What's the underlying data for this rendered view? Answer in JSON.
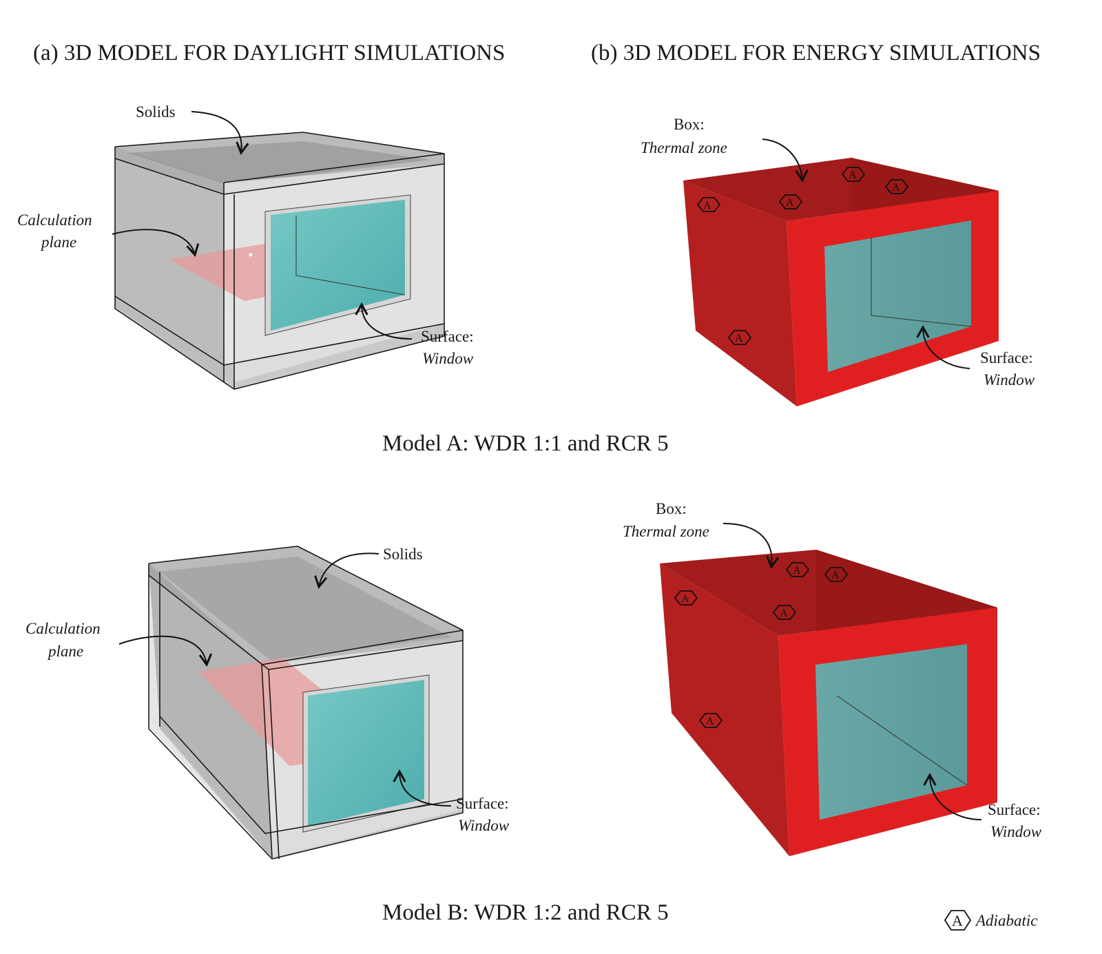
{
  "headers": {
    "left": "(a) 3D MODEL FOR DAYLIGHT SIMULATIONS",
    "right": "(b) 3D MODEL FOR ENERGY SIMULATIONS"
  },
  "model_a": {
    "caption": "Model A: WDR 1:1 and RCR 5",
    "daylight": {
      "solids_label": "Solids",
      "calc_plane_line1": "Calculation",
      "calc_plane_line2": "plane",
      "surface_line1": "Surface:",
      "surface_line2": "Window"
    },
    "energy": {
      "box_line1": "Box:",
      "box_line2": "Thermal zone",
      "surface_line1": "Surface:",
      "surface_line2": "Window"
    }
  },
  "model_b": {
    "caption": "Model B: WDR 1:2 and RCR 5",
    "daylight": {
      "solids_label": "Solids",
      "calc_plane_line1": "Calculation",
      "calc_plane_line2": "plane",
      "surface_line1": "Surface:",
      "surface_line2": "Window"
    },
    "energy": {
      "box_line1": "Box:",
      "box_line2": "Thermal zone",
      "surface_line1": "Surface:",
      "surface_line2": "Window"
    }
  },
  "legend": {
    "symbol_letter": "A",
    "label": "Adiabatic"
  },
  "colors": {
    "thermal_zone_red": "#e02020",
    "window_teal": "#4fb3b3",
    "solid_gray": "#bdbdbd",
    "calc_plane_pink": "#e9a0a0"
  }
}
